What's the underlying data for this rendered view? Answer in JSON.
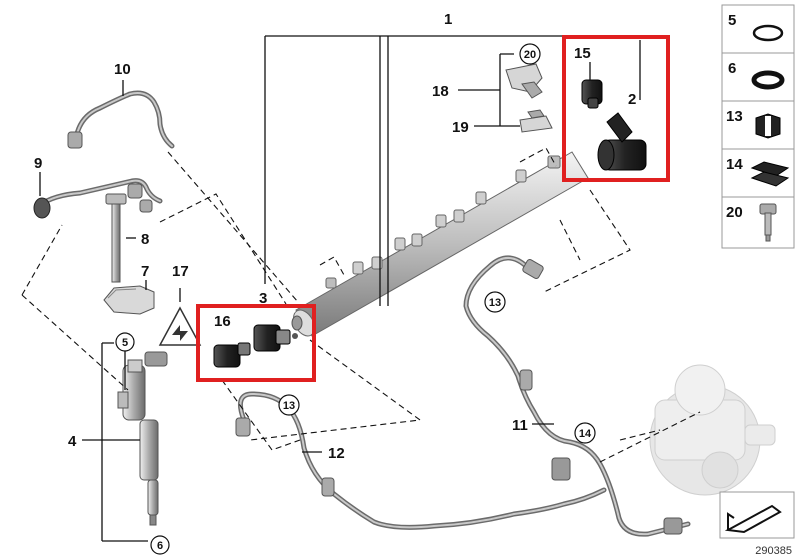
{
  "diagram": {
    "callouts": {
      "n1": "1",
      "n2": "2",
      "n3": "3",
      "n4": "4",
      "n5": "5",
      "n6": "6",
      "n7": "7",
      "n8": "8",
      "n9": "9",
      "n10": "10",
      "n11": "11",
      "n12": "12",
      "n13a": "13",
      "n13b": "13",
      "n14": "14",
      "n15": "15",
      "n16": "16",
      "n17": "17",
      "n18": "18",
      "n19": "19",
      "n20": "20"
    },
    "legend": {
      "items": [
        {
          "num": "5",
          "icon": "o-ring-thin-icon"
        },
        {
          "num": "6",
          "icon": "sealing-ring-icon"
        },
        {
          "num": "13",
          "icon": "grommet-icon"
        },
        {
          "num": "14",
          "icon": "clip-icon"
        },
        {
          "num": "20",
          "icon": "bolt-icon"
        }
      ]
    },
    "reference_number": "290385",
    "highlight_color": "#e02020"
  }
}
